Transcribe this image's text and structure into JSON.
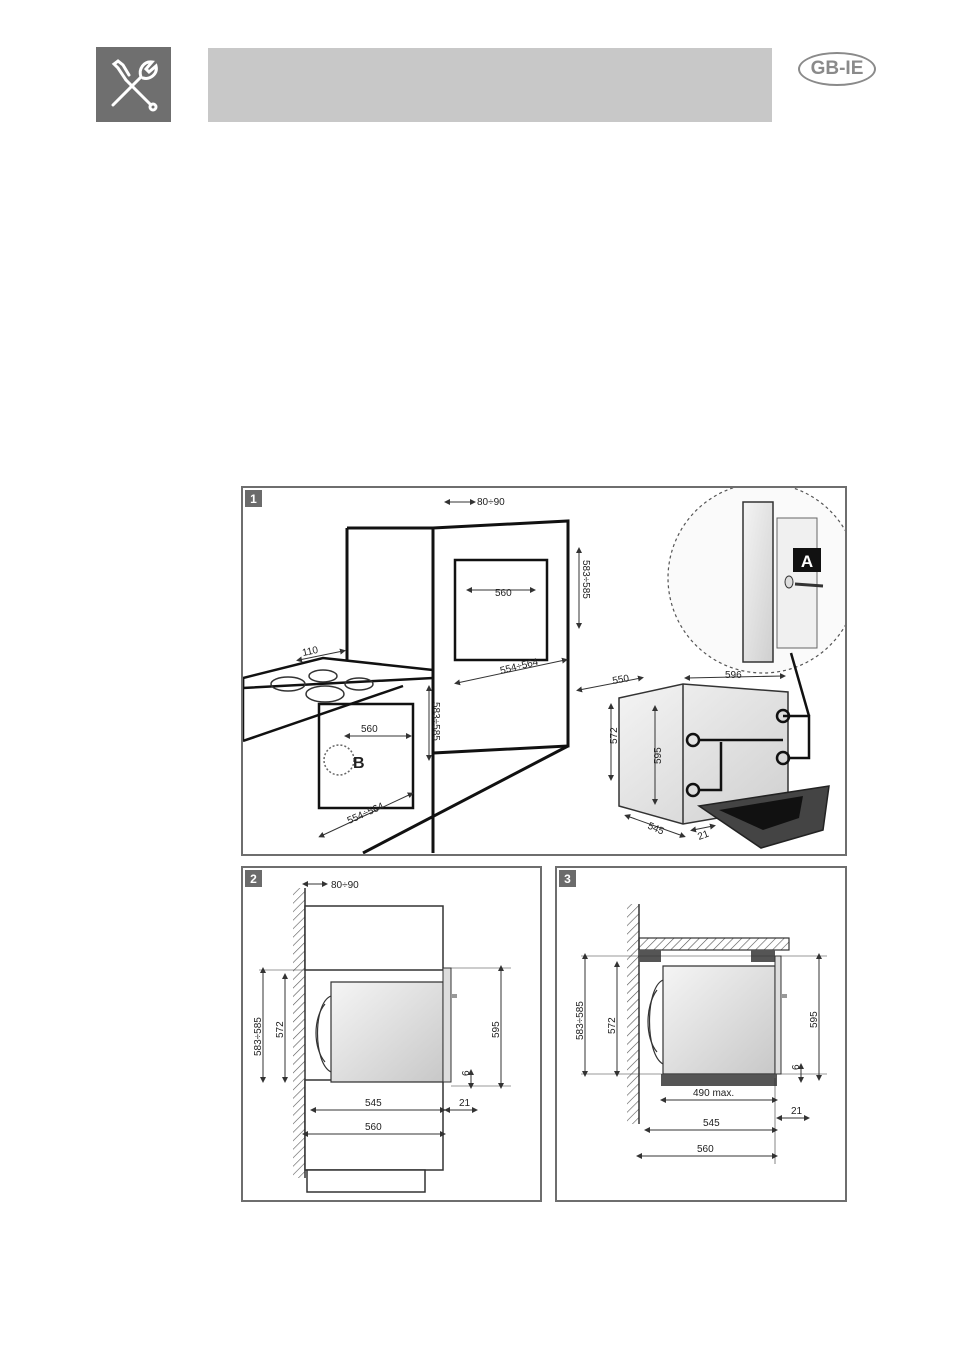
{
  "header": {
    "tool_icon": "wrench-screwdriver-icon",
    "language_badge": "GB-IE"
  },
  "figure1": {
    "number": "1",
    "dims": {
      "gap_top": "80÷90",
      "cut_width_top": "560",
      "cut_height_top": "583÷585",
      "cut_depth_top": "554÷564",
      "hob_offset": "110",
      "cut_width_under": "560",
      "cut_height_under": "583÷585",
      "cut_depth_under": "554÷564",
      "oven_depth": "550",
      "oven_width": "596",
      "oven_height_inner": "572",
      "oven_height": "595",
      "oven_body_depth": "545",
      "door_depth": "21"
    },
    "callout_a": "A",
    "callout_b": "B"
  },
  "figure2": {
    "number": "2",
    "dims": {
      "gap": "80÷90",
      "cut_height": "583÷585",
      "inner_height": "572",
      "oven_height": "595",
      "bottom_gap": "6",
      "depth": "545",
      "door": "21",
      "cut_depth": "560"
    }
  },
  "figure3": {
    "number": "3",
    "dims": {
      "cut_height": "583÷585",
      "inner_height": "572",
      "oven_height": "595",
      "bottom_gap": "6",
      "support_width": "490 max.",
      "door": "21",
      "depth": "545",
      "cut_depth": "560"
    }
  }
}
